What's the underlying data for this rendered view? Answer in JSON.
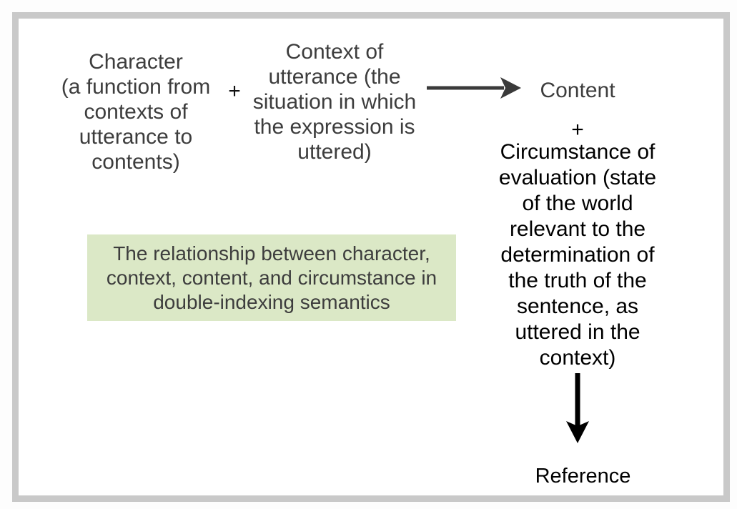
{
  "figure": {
    "formula_row": {
      "character": "Character\n(a function from\ncontexts of\nutterance to\ncontents)",
      "plus_1": "+",
      "context": "Context of\nutterance (the\nsituation in which\nthe expression is\nuttered)"
    },
    "result_column": {
      "content": "Content",
      "plus_2": "+",
      "circumstance": "Circumstance of\nevaluation (state\nof the world\nrelevant to the\ndetermination of\nthe truth of the\nsentence, as\nuttered in the\ncontext)",
      "reference": "Reference"
    },
    "caption_box": {
      "text": "The relationship between character,\ncontext, content, and circumstance in\ndouble-indexing semantics"
    },
    "colors": {
      "frame_border": "#c9c9c9",
      "dark_text": "#3d3d3d",
      "black_text": "#000000",
      "right_arrow": "#3a3a3a",
      "down_arrow": "#000000",
      "caption_background": "#dbe8c6"
    }
  }
}
